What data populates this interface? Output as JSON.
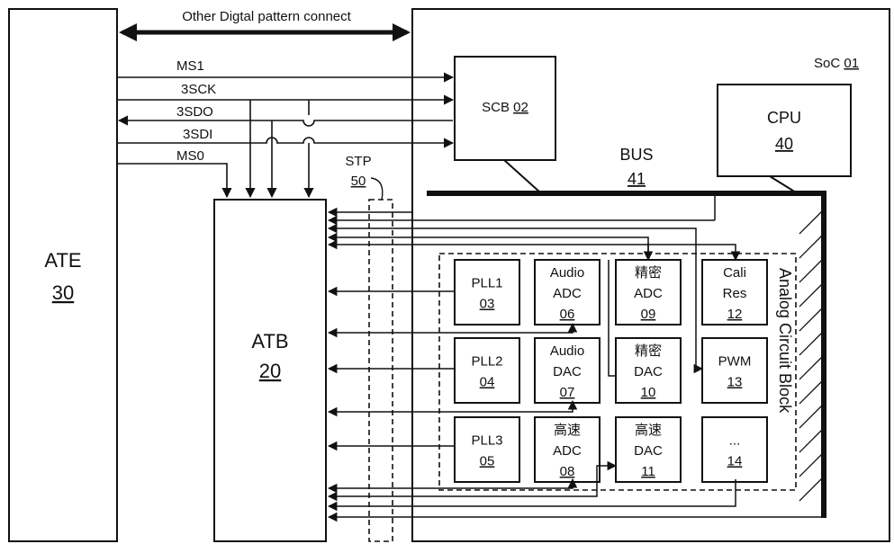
{
  "ate": {
    "name": "ATE",
    "num": "30"
  },
  "atb": {
    "name": "ATB",
    "num": "20"
  },
  "soc": {
    "name": "SoC",
    "num": "01"
  },
  "scb": {
    "name": "SCB",
    "num": "02"
  },
  "cpu": {
    "name": "CPU",
    "num": "40"
  },
  "bus": {
    "name": "BUS",
    "num": "41"
  },
  "stp": {
    "name": "STP",
    "num": "50"
  },
  "top_connection_label": "Other Digtal pattern connect",
  "signals": [
    "MS1",
    "3SCK",
    "3SDO",
    "3SDI",
    "MS0"
  ],
  "analog_block_label": "Analog Circuit Block",
  "blocks": [
    {
      "line1": "PLL1",
      "line2": "",
      "num": "03"
    },
    {
      "line1": "Audio",
      "line2": "ADC",
      "num": "06"
    },
    {
      "line1": "精密",
      "line2": "ADC",
      "num": "09"
    },
    {
      "line1": "Cali",
      "line2": "Res",
      "num": "12"
    },
    {
      "line1": "PLL2",
      "line2": "",
      "num": "04"
    },
    {
      "line1": "Audio",
      "line2": "DAC",
      "num": "07"
    },
    {
      "line1": "精密",
      "line2": "DAC",
      "num": "10"
    },
    {
      "line1": "PWM",
      "line2": "",
      "num": "13"
    },
    {
      "line1": "PLL3",
      "line2": "",
      "num": "05"
    },
    {
      "line1": "高速",
      "line2": "ADC",
      "num": "08"
    },
    {
      "line1": "高速",
      "line2": "DAC",
      "num": "11"
    },
    {
      "line1": "...",
      "line2": "",
      "num": "14"
    }
  ]
}
